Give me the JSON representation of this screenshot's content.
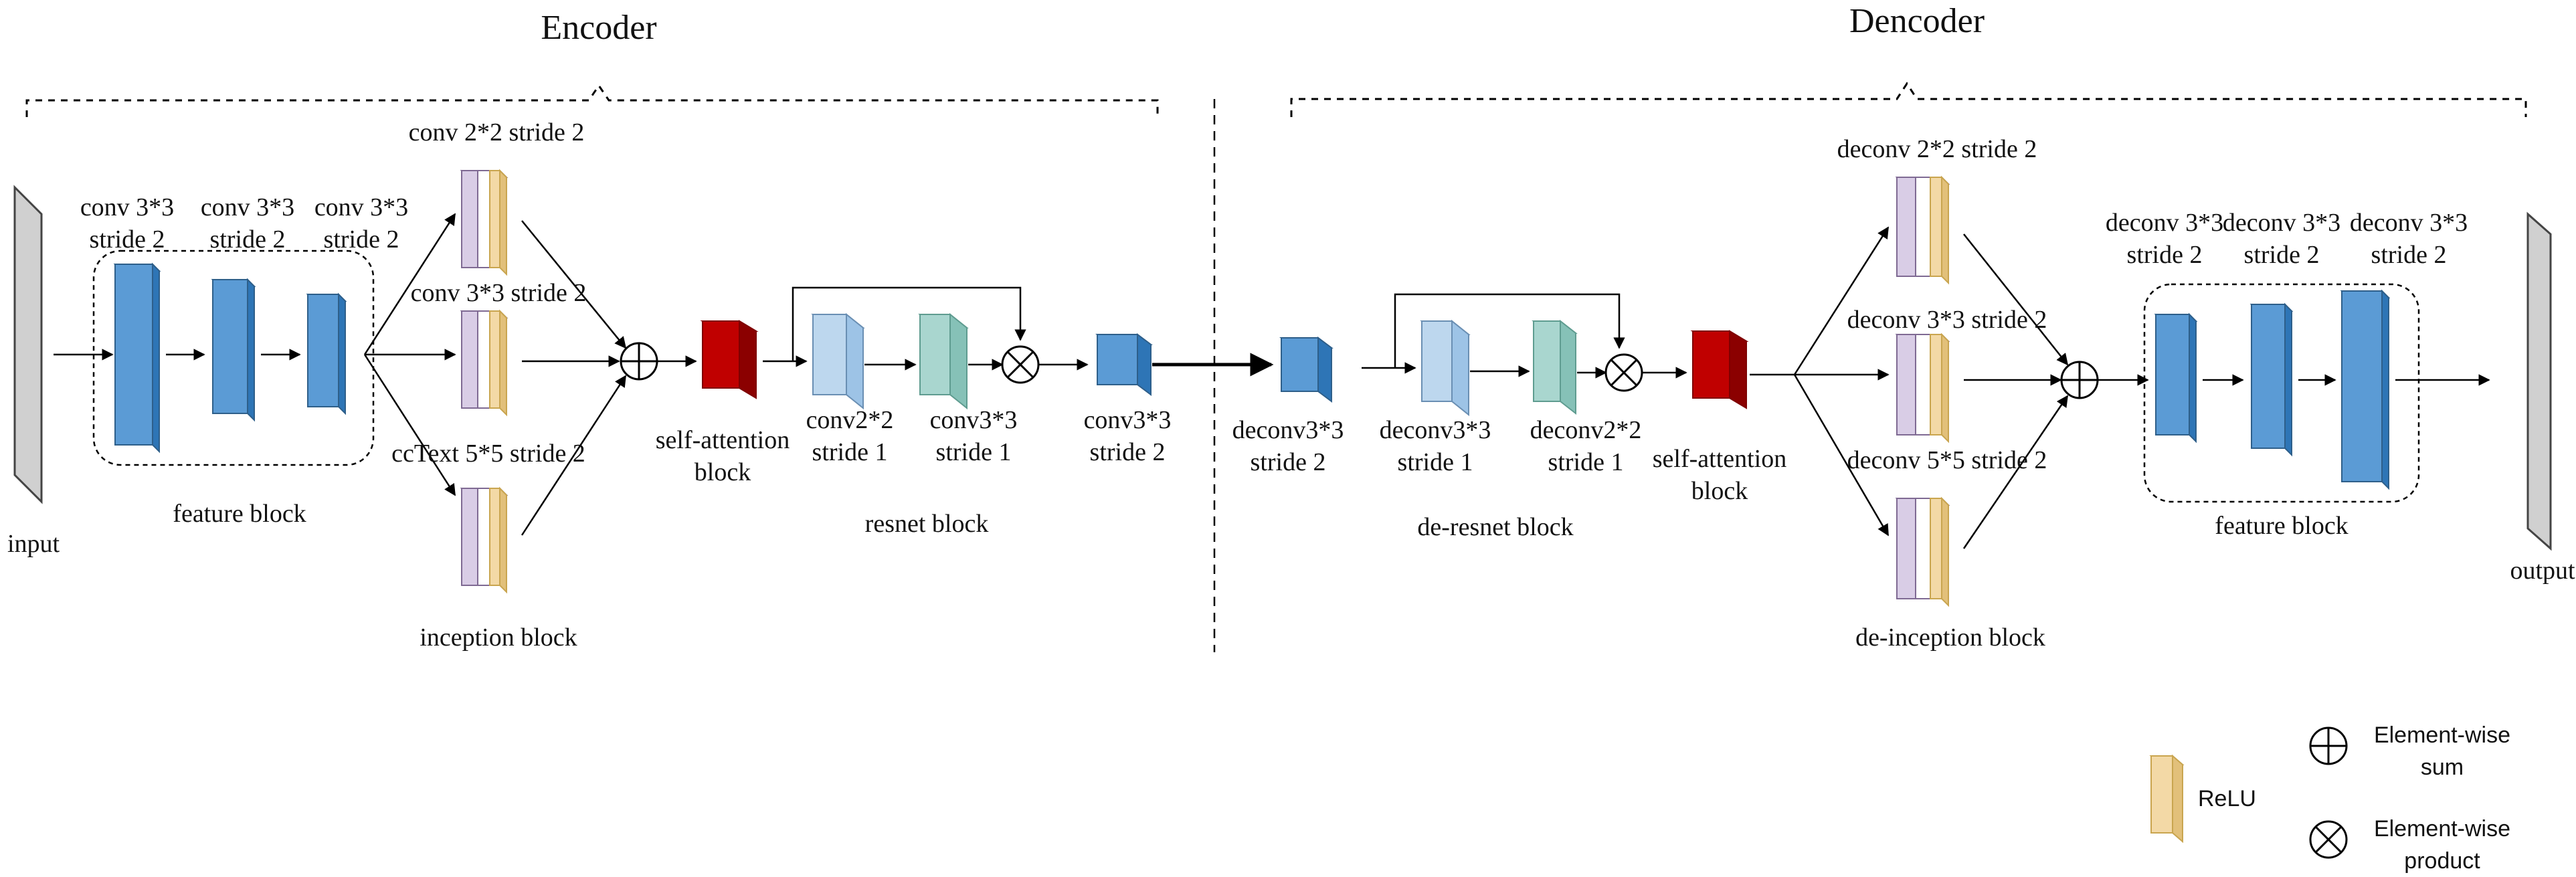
{
  "encoder": {
    "title": "Encoder",
    "input_label": "input",
    "feature_block": {
      "label": "feature block",
      "layers": [
        {
          "line1": "conv 3*3",
          "line2": "stride 2"
        },
        {
          "line1": "conv 3*3",
          "line2": "stride 2"
        },
        {
          "line1": "conv 3*3",
          "line2": "stride 2"
        }
      ]
    },
    "inception_block": {
      "label": "inception block",
      "branches": [
        "conv 2*2 stride 2",
        "conv 3*3 stride 2",
        "ccText 5*5 stride 2"
      ]
    },
    "self_attention": {
      "line1": "self-attention",
      "line2": "block"
    },
    "resnet_block": {
      "label": "resnet block",
      "layers": [
        {
          "line1": "conv2*2",
          "line2": "stride 1"
        },
        {
          "line1": "conv3*3",
          "line2": "stride 1"
        }
      ]
    },
    "final_conv": {
      "line1": "conv3*3",
      "line2": "stride 2"
    }
  },
  "decoder": {
    "title": "Dencoder",
    "first_deconv": {
      "line1": "deconv3*3",
      "line2": "stride 2"
    },
    "de_resnet_block": {
      "label": "de-resnet block",
      "layers": [
        {
          "line1": "deconv3*3",
          "line2": "stride 1"
        },
        {
          "line1": "deconv2*2",
          "line2": "stride 1"
        }
      ]
    },
    "self_attention": {
      "line1": "self-attention",
      "line2": "block"
    },
    "de_inception_block": {
      "label": "de-inception block",
      "branches": [
        "deconv 2*2 stride 2",
        "deconv 3*3 stride 2",
        "deconv 5*5 stride 2"
      ]
    },
    "feature_block": {
      "label": "feature block",
      "layers": [
        {
          "line1": "deconv 3*3",
          "line2": "stride 2"
        },
        {
          "line1": "deconv 3*3",
          "line2": "stride 2"
        },
        {
          "line1": "deconv 3*3",
          "line2": "stride 2"
        }
      ]
    },
    "output_label": "output"
  },
  "legend": {
    "relu": "ReLU",
    "sum_line1": "Element-wise",
    "sum_line2": "sum",
    "product_line1": "Element-wise",
    "product_line2": "product"
  },
  "colors": {
    "conv_blue": "#5b9bd5",
    "res_light_blue": "#bdd7ee",
    "res_teal": "#a9d6cf",
    "attention_red": "#c00000",
    "inception_purple": "#d9cde6",
    "relu_tan": "#f3d9a6",
    "io_gray": "#d0d0d0"
  }
}
